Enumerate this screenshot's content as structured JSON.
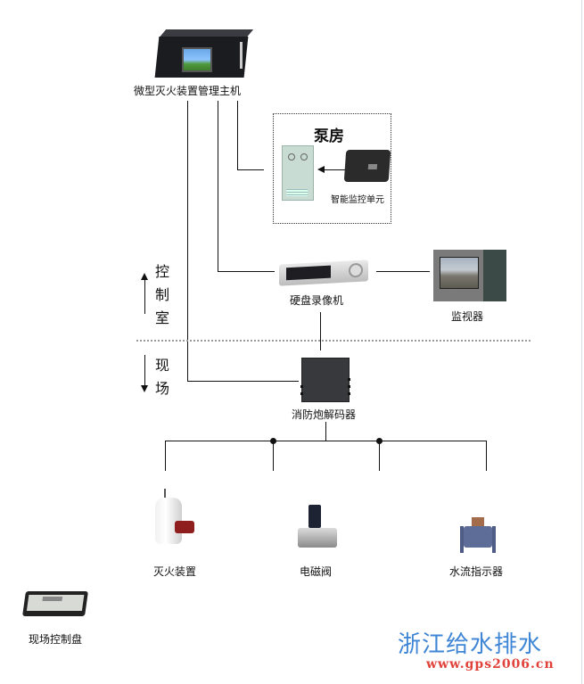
{
  "diagram": {
    "title": "微型灭火装置系统结构图",
    "nodes": {
      "host": {
        "label": "微型灭火装置管理主机",
        "icon": "industrial-computer"
      },
      "pump_room": {
        "title": "泵房"
      },
      "pump_cabinet": {
        "label": "",
        "icon": "control-cabinet"
      },
      "smart_monitor_unit": {
        "label": "智能监控单元",
        "icon": "monitor-control-box"
      },
      "dvr": {
        "label": "硬盘录像机",
        "icon": "dvr"
      },
      "monitor": {
        "label": "监视器",
        "icon": "crt-monitor"
      },
      "decoder": {
        "label": "消防炮解码器",
        "icon": "decoder-box"
      },
      "extinguisher": {
        "label": "灭火装置",
        "icon": "extinguisher-tank"
      },
      "solenoid_valve": {
        "label": "电磁阀",
        "icon": "solenoid-valve"
      },
      "flow_indicator": {
        "label": "水流指示器",
        "icon": "water-flow-indicator"
      },
      "field_panel": {
        "label": "现场控制盘",
        "icon": "control-panel"
      }
    },
    "zones": {
      "control_room": {
        "label": [
          "控",
          "制",
          "室"
        ],
        "direction": "up"
      },
      "field": {
        "label": [
          "现",
          "场"
        ],
        "direction": "down"
      }
    },
    "connections": [
      {
        "from": "host",
        "to": "pump_cabinet"
      },
      {
        "from": "smart_monitor_unit",
        "to": "pump_cabinet",
        "arrow": true
      },
      {
        "from": "host",
        "to": "dvr"
      },
      {
        "from": "dvr",
        "to": "monitor"
      },
      {
        "from": "dvr",
        "to": "decoder"
      },
      {
        "from": "host",
        "to": "decoder"
      },
      {
        "from": "decoder",
        "to": "bus"
      },
      {
        "from": "bus",
        "to": "extinguisher"
      },
      {
        "from": "bus",
        "to": "solenoid_valve"
      },
      {
        "from": "bus",
        "to": "flow_indicator"
      }
    ]
  },
  "branding": {
    "name": "浙江给水排水",
    "url": "www.gps2006.cn",
    "name_color": "#3f86d6",
    "url_color": "#e0423a"
  }
}
